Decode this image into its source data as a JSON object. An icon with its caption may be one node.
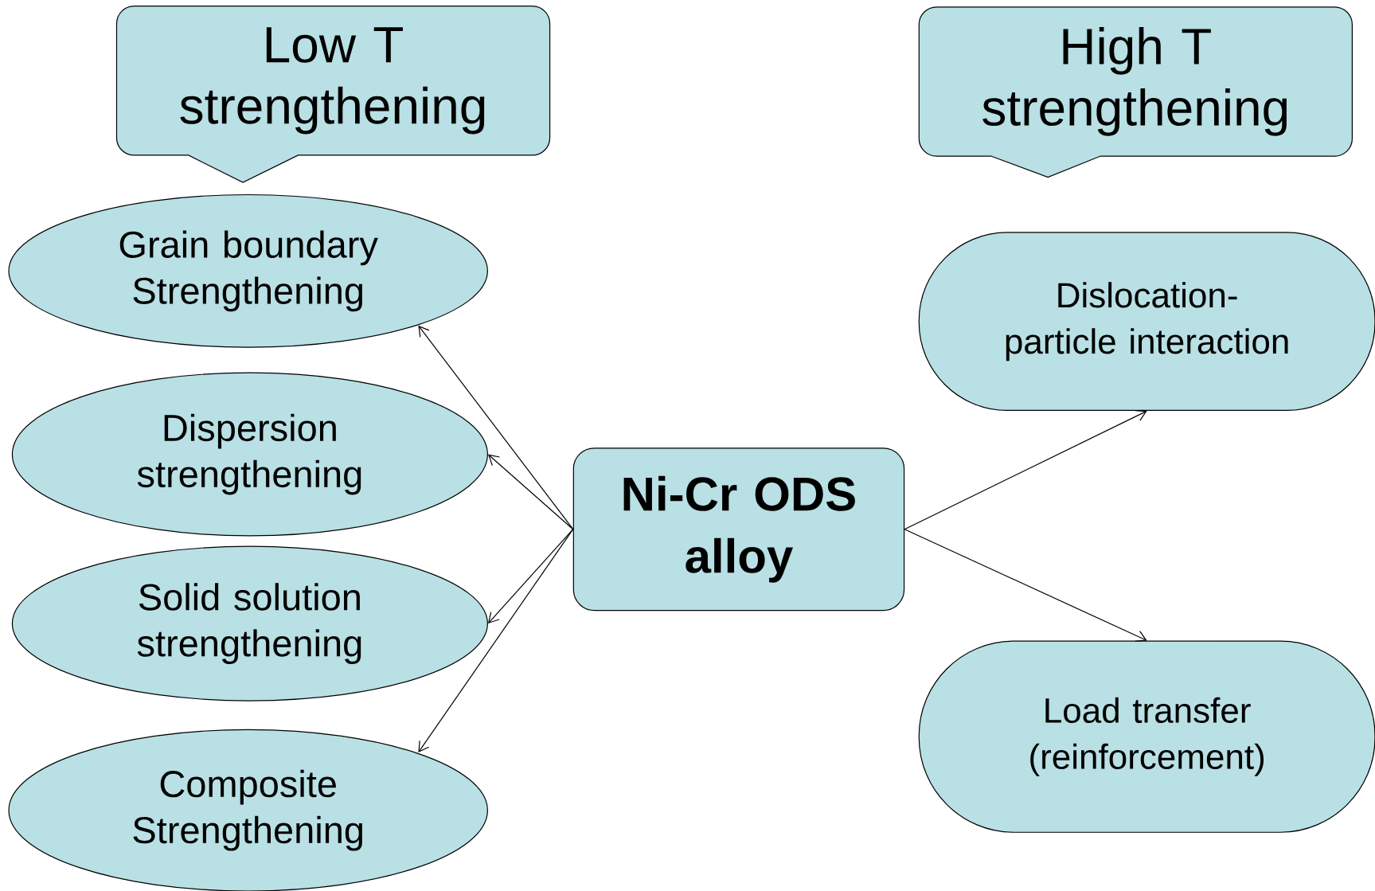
{
  "diagram": {
    "nodes": [
      {
        "text": [
          "Low T strengthening"
        ]
      },
      {
        "text": [
          "High T strengthening"
        ]
      },
      {
        "text": [
          "Grain boundary Strengthening"
        ]
      },
      {
        "text": [
          "Dispersion strengthening"
        ]
      },
      {
        "text": [
          "Solid solution strengthening"
        ]
      },
      {
        "text": [
          "Composite Strengthening"
        ]
      },
      {
        "text": [
          "Ni-Cr ODS alloy"
        ]
      },
      {
        "text": [
          "Dislocation-particle interaction"
        ]
      },
      {
        "text": [
          "Load transfer (reinforcement)"
        ]
      }
    ],
    "edges": [
      {
        "from": 6,
        "to": 2,
        "arrow": "to"
      },
      {
        "from": 6,
        "to": 3,
        "arrow": "to"
      },
      {
        "from": 6,
        "to": 4,
        "arrow": "to"
      },
      {
        "from": 6,
        "to": 5,
        "arrow": "to"
      },
      {
        "from": 6,
        "to": 7,
        "arrow": "to"
      },
      {
        "from": 6,
        "to": 8,
        "arrow": "to"
      }
    ]
  }
}
